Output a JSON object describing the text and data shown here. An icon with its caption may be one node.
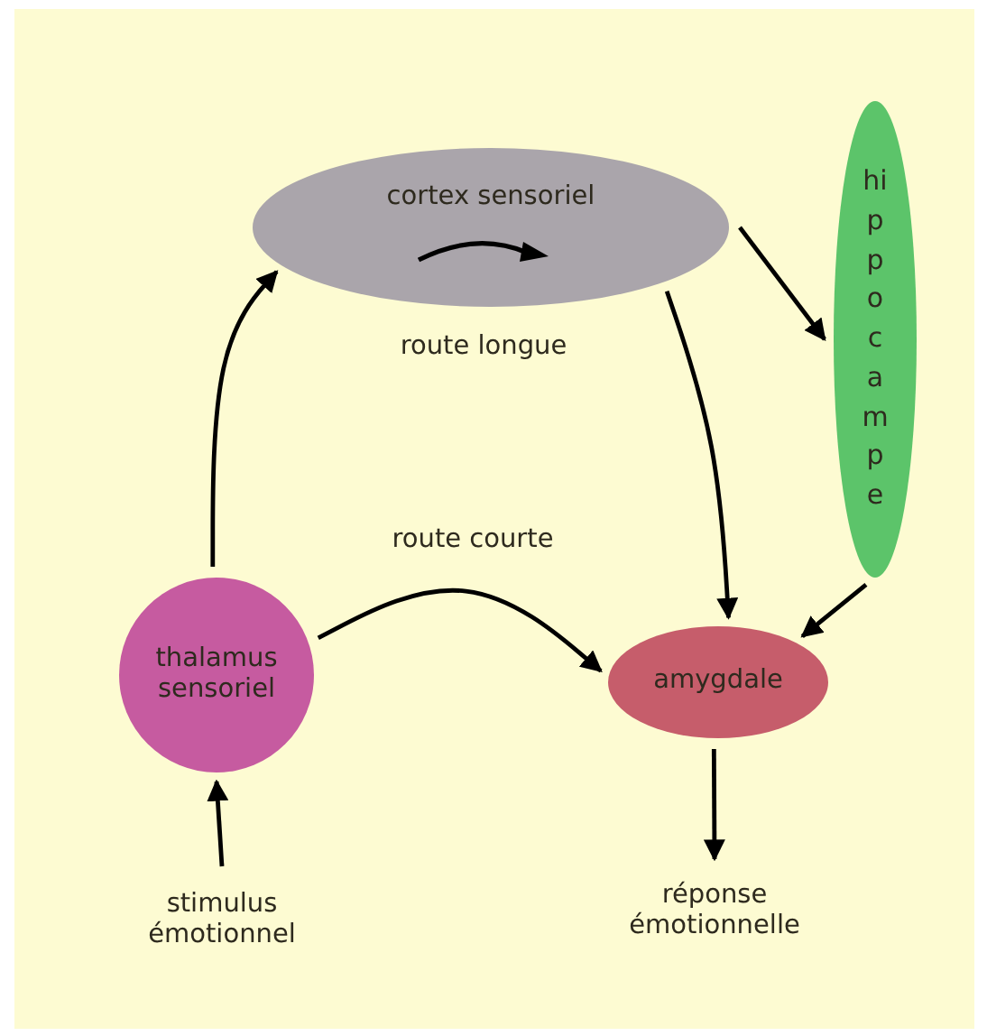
{
  "diagram": {
    "nodes": [
      {
        "text": [
          "cortex sensoriel"
        ]
      },
      {
        "text": [
          "hippocampe"
        ]
      },
      {
        "text": [
          "thalamus sensoriel"
        ]
      },
      {
        "text": [
          "amygdale"
        ]
      },
      {
        "text": [
          "stimulus émotionnel"
        ]
      },
      {
        "text": [
          "réponse émotionnelle"
        ]
      }
    ],
    "edges": [
      {
        "from": 0,
        "to": 1,
        "arrow": "to"
      },
      {
        "from": 2,
        "to": 0,
        "arrow": "to"
      },
      {
        "from": 0,
        "to": 3,
        "arrow": "to"
      },
      {
        "from": 1,
        "to": 3,
        "arrow": "to"
      },
      {
        "from": 2,
        "to": 3,
        "arrow": "to"
      },
      {
        "from": 4,
        "to": 2,
        "arrow": "to"
      },
      {
        "from": 3,
        "to": 5,
        "arrow": "to"
      }
    ],
    "labels": [
      "route longue",
      "route courte"
    ]
  }
}
